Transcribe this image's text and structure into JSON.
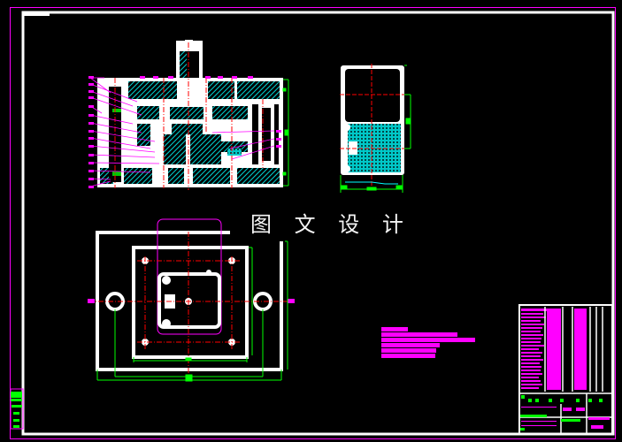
{
  "drawing": {
    "watermark": "图 文 设 计",
    "type": "mold assembly drawing",
    "colors": {
      "background": "#000000",
      "outline": "#ffffff",
      "outer_frame": "#ff00ff",
      "hatch": "#00ffff",
      "centerline": "#ff0000",
      "dimension": "#00ff00",
      "leader": "#ff00ff"
    }
  },
  "views": {
    "front_section": {
      "name": "main-section-view",
      "part_labels_left": [
        "15",
        "14",
        "13",
        "12",
        "11",
        "10",
        "9",
        "8",
        "7",
        "6",
        "5",
        "4",
        "3",
        "2",
        "1"
      ],
      "part_labels_top": [
        "16",
        "17",
        "18",
        "19",
        "20",
        "21",
        "22"
      ],
      "part_labels_right": [
        "23",
        "24",
        "25"
      ]
    },
    "side_view": {
      "name": "side-section-view"
    },
    "plan_view": {
      "name": "top-plan-view"
    }
  },
  "notes": {
    "line_widths": [
      30,
      86,
      106,
      66,
      62,
      61
    ]
  },
  "title_block": {
    "drawing_no": "ALL-CD"
  }
}
